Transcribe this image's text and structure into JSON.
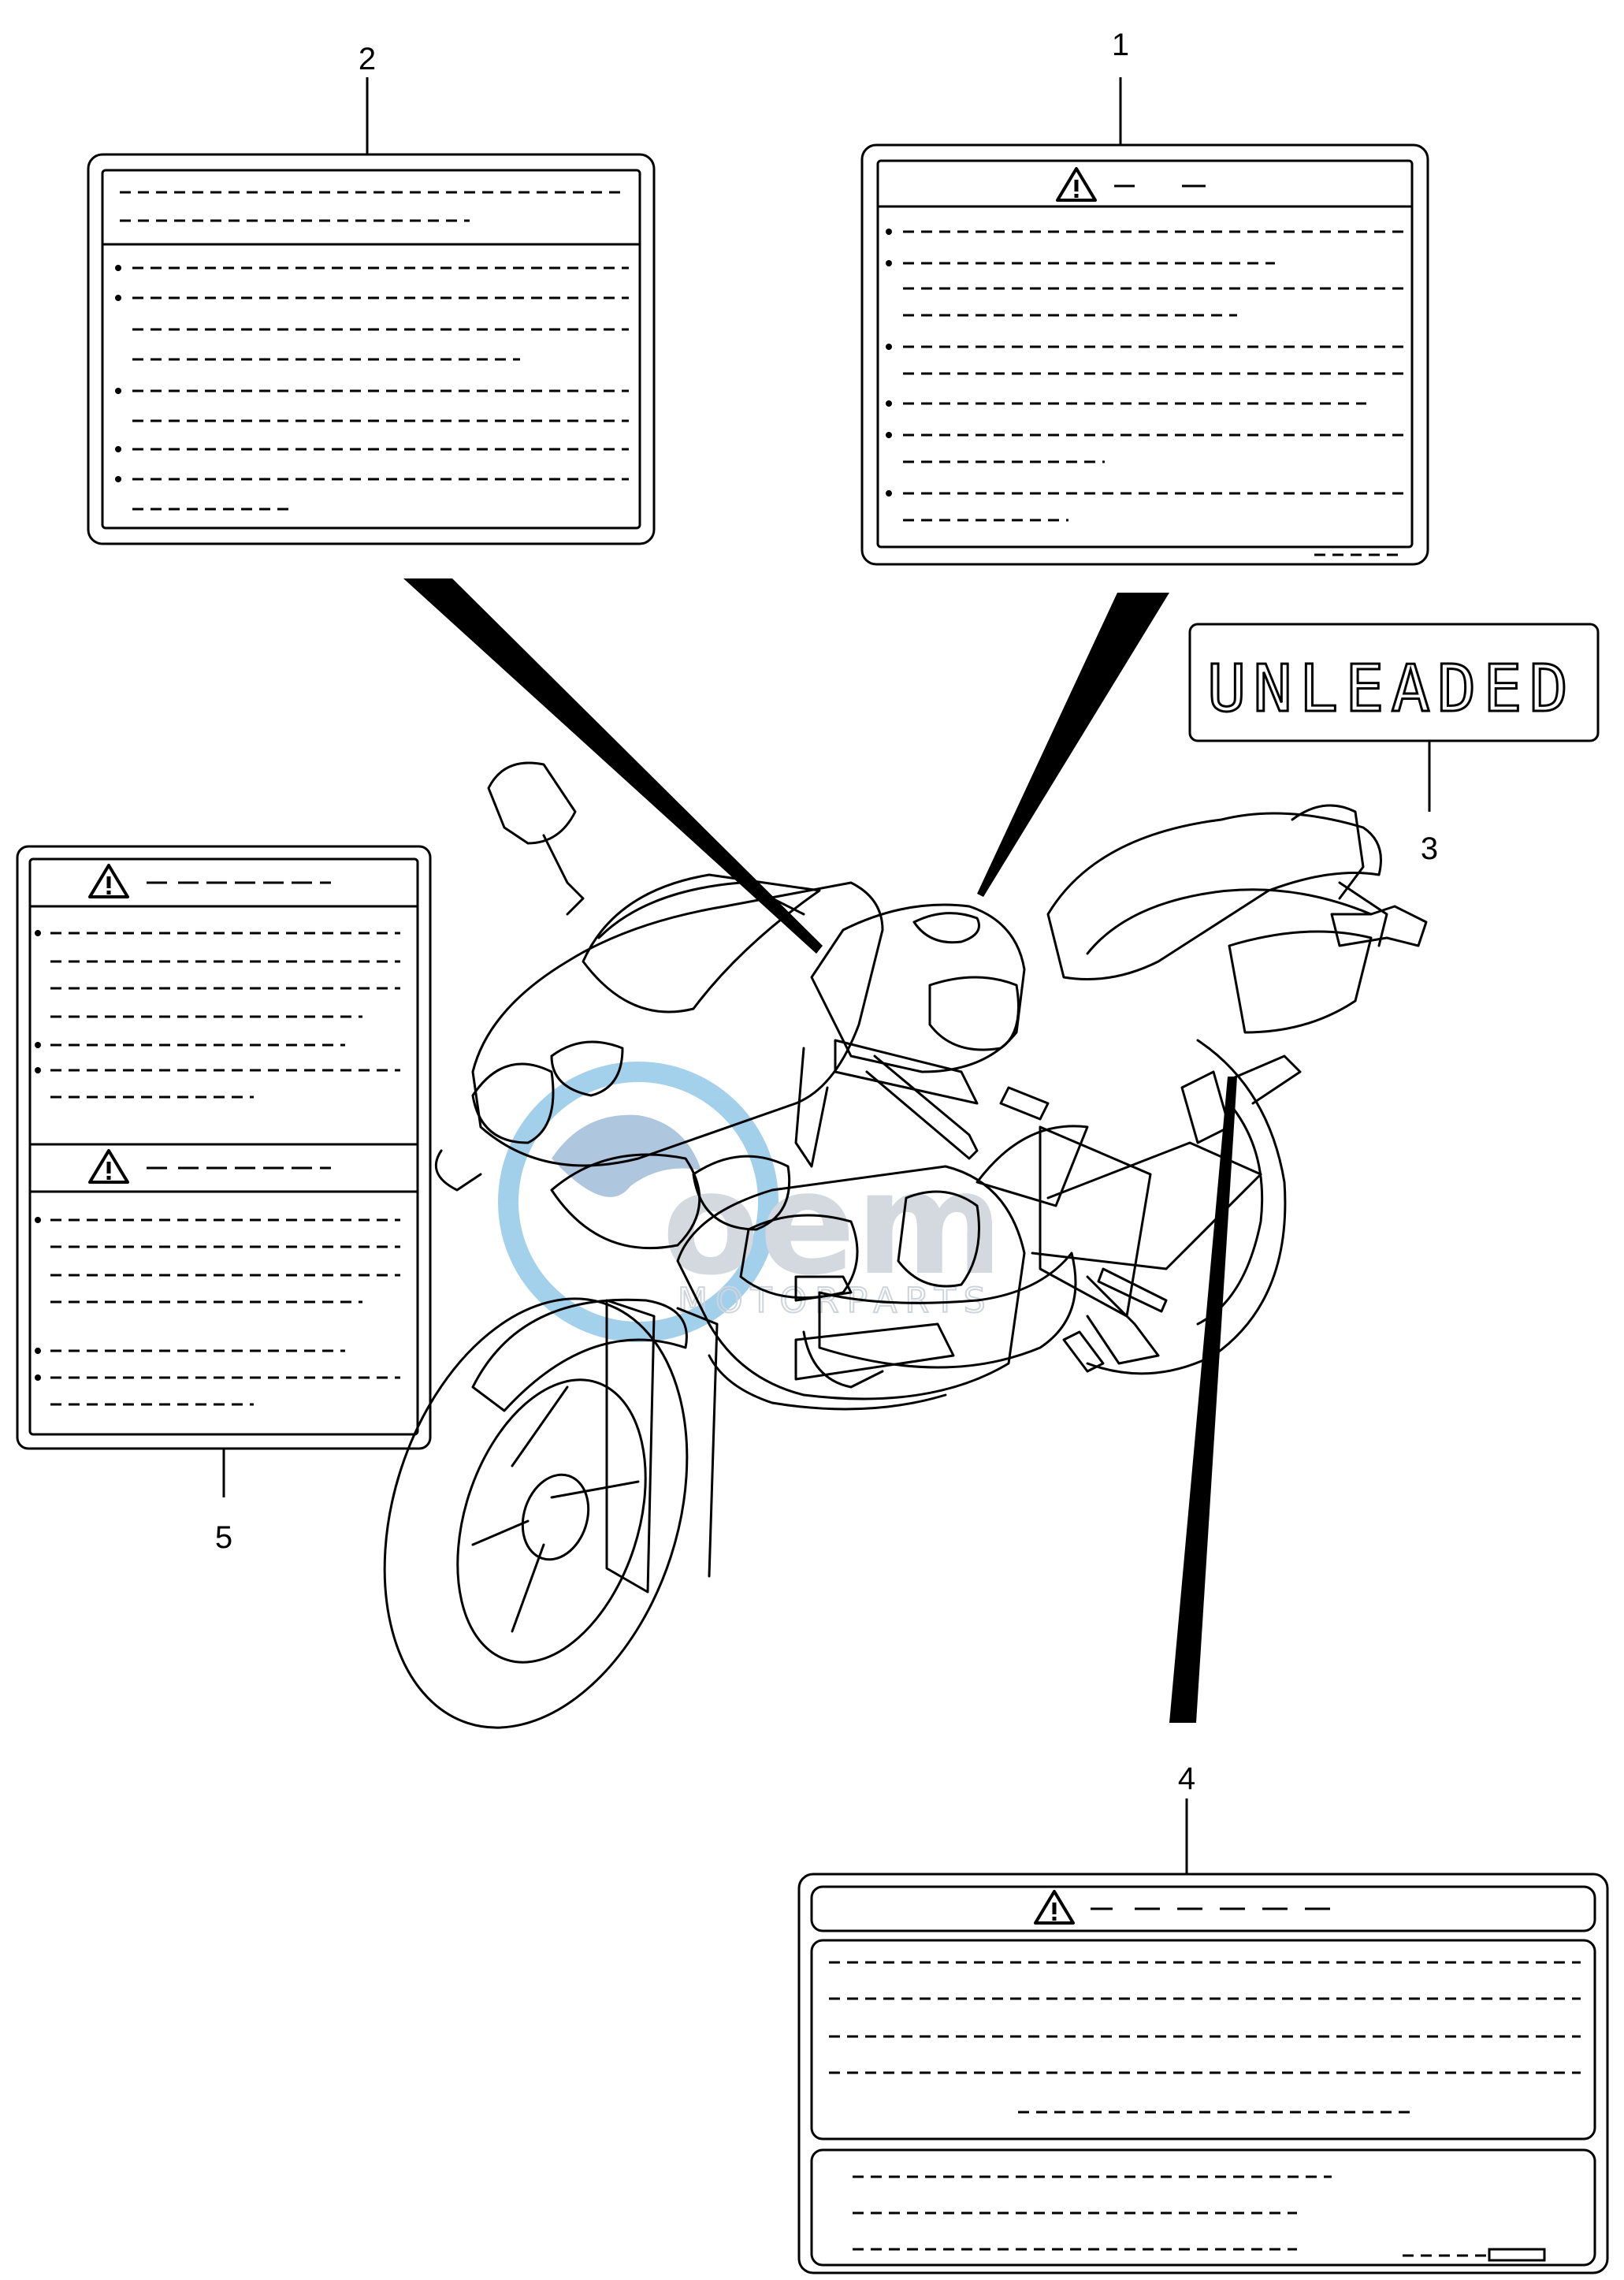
{
  "callouts": [
    {
      "id": "1",
      "label": "1"
    },
    {
      "id": "2",
      "label": "2"
    },
    {
      "id": "3",
      "label": "3"
    },
    {
      "id": "4",
      "label": "4"
    },
    {
      "id": "5",
      "label": "5"
    }
  ],
  "label_3_text": "UNLEADED",
  "watermark": {
    "brand": "oem",
    "sub": "MOTORPARTS"
  },
  "icons": [
    "warning-triangle-icon",
    "motorcycle-illustration"
  ],
  "colors": {
    "line": "#000000",
    "background": "#ffffff",
    "watermark_blue": "#5fa8d8",
    "watermark_gray": "#c9d0d8"
  }
}
